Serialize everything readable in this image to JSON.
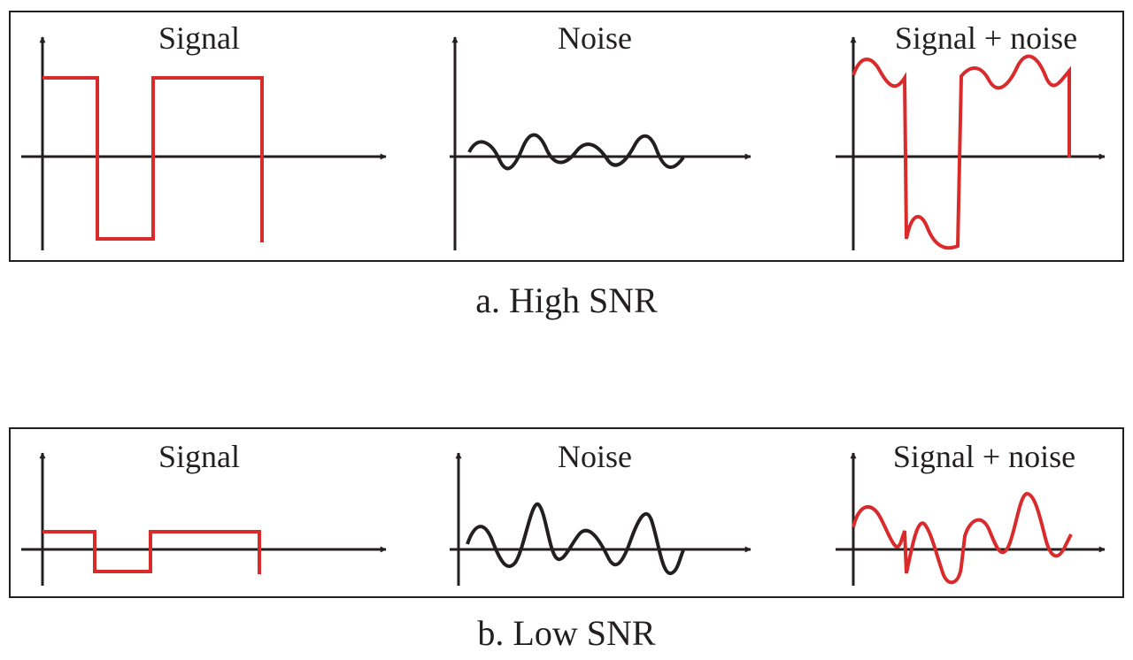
{
  "panels": [
    {
      "caption": "a. High SNR",
      "plots": [
        {
          "title": "Signal",
          "kind": "signal"
        },
        {
          "title": "Noise",
          "kind": "noise"
        },
        {
          "title": "Signal + noise",
          "kind": "sum"
        }
      ]
    },
    {
      "caption": "b. Low SNR",
      "plots": [
        {
          "title": "Signal",
          "kind": "signal"
        },
        {
          "title": "Noise",
          "kind": "noise"
        },
        {
          "title": "Signal + noise",
          "kind": "sum"
        }
      ]
    }
  ],
  "colors": {
    "signal": "#d92b2b",
    "noise": "#231f20",
    "axis": "#231f20"
  }
}
